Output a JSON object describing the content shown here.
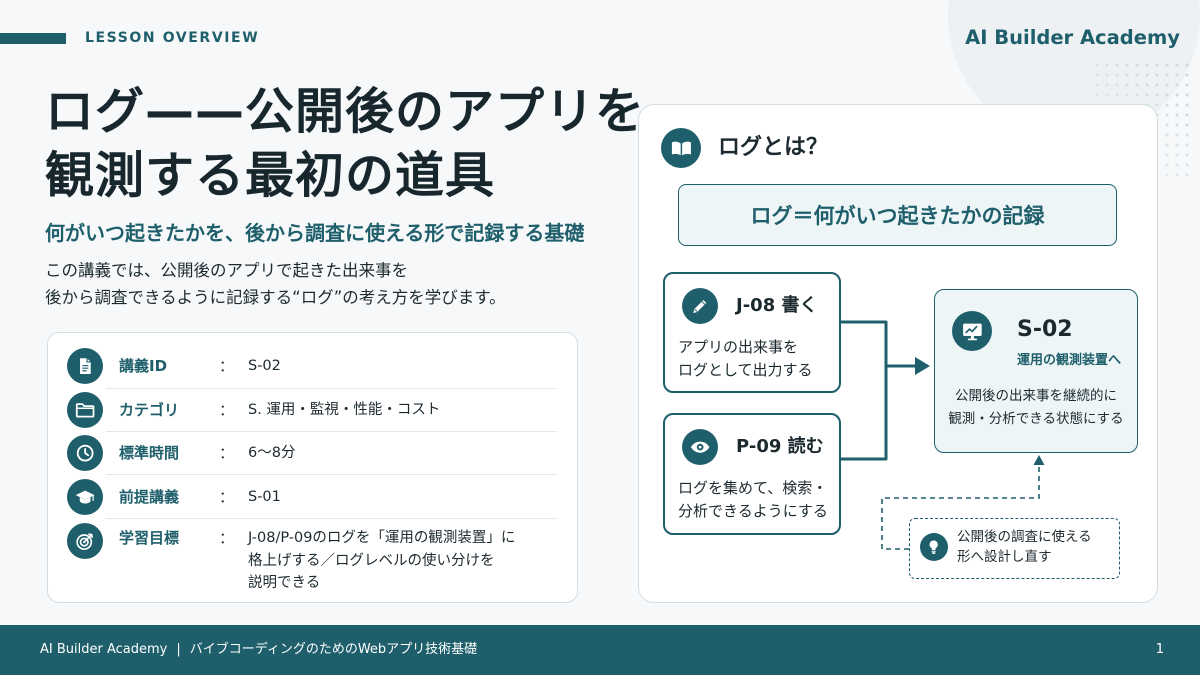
{
  "header": {
    "section_label": "LESSON OVERVIEW",
    "brand": "AI Builder Academy"
  },
  "title": {
    "line1": "ログ——公開後のアプリを",
    "line2": "観測する最初の道具"
  },
  "subtitle": "何がいつ起きたかを、後から調査に使える形で記録する基礎",
  "intro": {
    "line1": "この講義では、公開後のアプリで起きた出来事を",
    "line2": "後から調査できるように記録する“ログ”の考え方を学びます。"
  },
  "info": {
    "separator": "：",
    "rows": [
      {
        "icon": "document-icon",
        "label": "講義ID",
        "value": "S-02"
      },
      {
        "icon": "folder-icon",
        "label": "カテゴリ",
        "value": "S. 運用・監視・性能・コスト"
      },
      {
        "icon": "clock-icon",
        "label": "標準時間",
        "value": "6〜8分"
      },
      {
        "icon": "graduation-cap-icon",
        "label": "前提講義",
        "value": "S-01"
      },
      {
        "icon": "target-icon",
        "label": "学習目標",
        "value_lines": [
          "J-08/P-09のログを「運用の観測装置」に",
          "格上げする／ログレベルの使い分けを",
          "説明できる"
        ]
      }
    ]
  },
  "diagram": {
    "heading_icon": "book-icon",
    "heading": "ログとは？",
    "definition": "ログ＝何がいつ起きたかの記録",
    "steps": [
      {
        "icon": "pencil-icon",
        "title": "J-08 書く",
        "lines": [
          "アプリの出来事を",
          "ログとして出力する"
        ]
      },
      {
        "icon": "eye-icon",
        "title": "P-09 読む",
        "lines": [
          "ログを集めて、検索・",
          "分析できるようにする"
        ]
      }
    ],
    "result": {
      "icon": "monitor-chart-icon",
      "title": "S-02",
      "subtitle": "運用の観測装置へ",
      "lines": [
        "公開後の出来事を継続的に",
        "観測・分析できる状態にする"
      ]
    },
    "note": {
      "icon": "lightbulb-icon",
      "lines": [
        "公開後の調査に使える",
        "形へ設計し直す"
      ]
    }
  },
  "footer": {
    "brand": "AI Builder Academy",
    "separator": "|",
    "course_title": "バイブコーディングのためのWebアプリ技術基礎",
    "page_number": "1"
  },
  "colors": {
    "primary": "#1e5f6b",
    "text": "#1c2a30",
    "tint": "#edf5f6"
  }
}
